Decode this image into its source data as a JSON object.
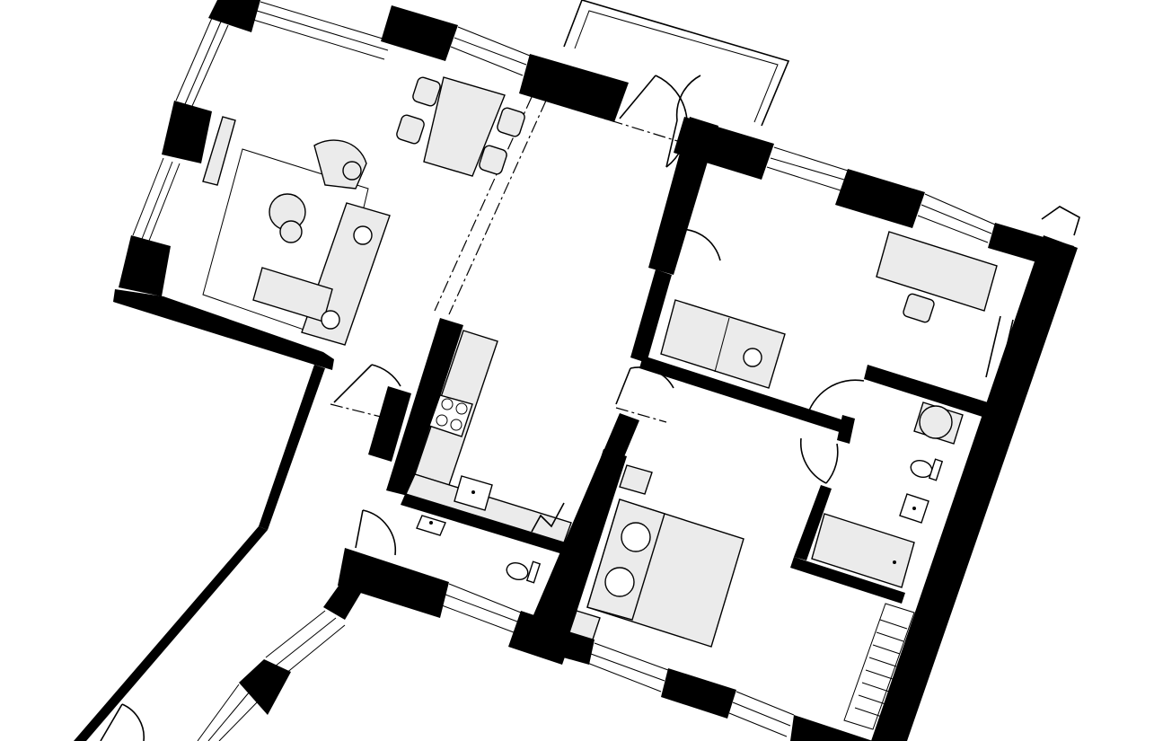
{
  "diagram": {
    "kind": "apartment-floor-plan",
    "rooms": [
      {
        "id": "living-room"
      },
      {
        "id": "hallway"
      },
      {
        "id": "kitchen"
      },
      {
        "id": "wc"
      },
      {
        "id": "study"
      },
      {
        "id": "bedroom"
      },
      {
        "id": "bathroom"
      },
      {
        "id": "balcony"
      },
      {
        "id": "corridor"
      }
    ],
    "labels": []
  },
  "colors": {
    "wall": "#000000",
    "furniture_fill": "#ebebeb",
    "background": "#ffffff",
    "line": "#000000"
  },
  "icons": [
    "door-swing-icon",
    "window-icon",
    "sofa-icon",
    "bed-icon",
    "chair-icon",
    "stove-icon",
    "sink-icon",
    "toilet-icon",
    "bathtub-icon",
    "radiator-icon",
    "table-icon",
    "rug-icon"
  ]
}
